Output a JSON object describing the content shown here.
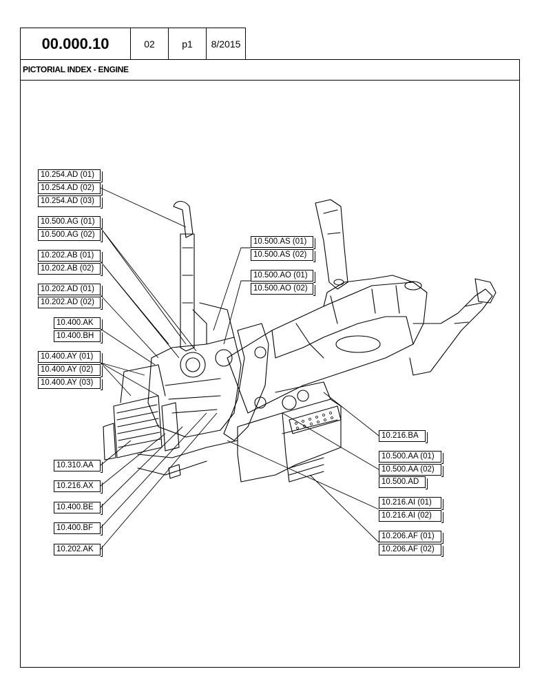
{
  "header": {
    "code": "00.000.10",
    "revision": "02",
    "page": "p1",
    "date": "8/2015"
  },
  "title": "PICTORIAL INDEX - ENGINE",
  "callouts": {
    "left": [
      "10.254.AD (01)",
      "10.254.AD (02)",
      "10.254.AD (03)",
      "10.500.AG (01)",
      "10.500.AG (02)",
      "10.202.AB (01)",
      "10.202.AB (02)",
      "10.202.AD (01)",
      "10.202.AD (02)",
      "10.400.AK",
      "10.400.BH",
      "10.400.AY (01)",
      "10.400.AY (02)",
      "10.400.AY (03)"
    ],
    "upper_mid": [
      "10.500.AS (01)",
      "10.500.AS (02)",
      "10.500.AO (01)",
      "10.500.AO (02)"
    ],
    "bottom_left": [
      "10.310.AA",
      "10.216.AX",
      "10.400.BE",
      "10.400.BF",
      "10.202.AK"
    ],
    "right": [
      "10.216.BA",
      "10.500.AA (01)",
      "10.500.AA (02)",
      "10.500.AD",
      "10.216.AI (01)",
      "10.216.AI (02)",
      "10.206.AF (01)",
      "10.206.AF (02)"
    ]
  }
}
